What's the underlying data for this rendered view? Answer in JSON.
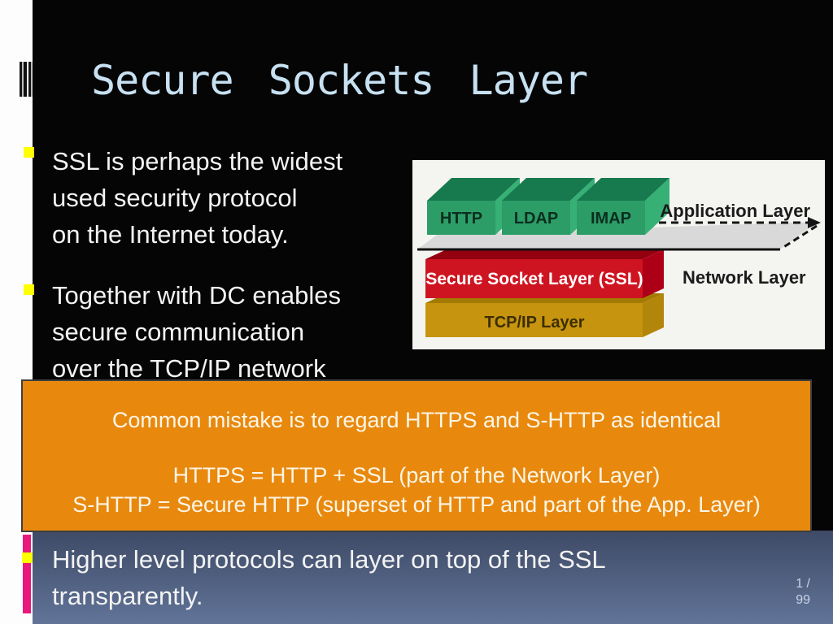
{
  "slide": {
    "title": "Secure Sockets Layer",
    "bullet1": {
      "lines": [
        "SSL is perhaps the widest",
        "used security protocol",
        "on the Internet today."
      ]
    },
    "bullet2": {
      "lines": [
        "Together with DC enables",
        "secure communication",
        "over the TCP/IP network"
      ]
    },
    "bullet3": {
      "lines": [
        "Higher level protocols can layer on top of the SSL",
        "transparently."
      ]
    }
  },
  "callout": {
    "line1": "Common mistake is to regard HTTPS and S-HTTP as identical",
    "line2": "HTTPS = HTTP + SSL (part of the Network Layer)",
    "line3": "S-HTTP = Secure HTTP (superset of HTTP and part of the App. Layer)"
  },
  "diagram": {
    "app_boxes": [
      "HTTP",
      "LDAP",
      "IMAP"
    ],
    "application_layer_label": "Application Layer",
    "network_layer_label": "Network Layer",
    "ssl_layer_label": "Secure Socket Layer (SSL)",
    "tcpip_layer_label": "TCP/IP Layer"
  },
  "page_indicator": {
    "current": "1 /",
    "total": "99"
  },
  "colors": {
    "title": "#c7e1f2",
    "bullet_square": "#ffff00",
    "callout_bg": "#e8890e",
    "accent_bar_pink": "#e8197c",
    "green_box_front": "#2d9d68",
    "red_box_front": "#cf1421",
    "gold_box_front": "#c6940f",
    "slide_black": "#050505",
    "background_bottom": "#617498"
  }
}
